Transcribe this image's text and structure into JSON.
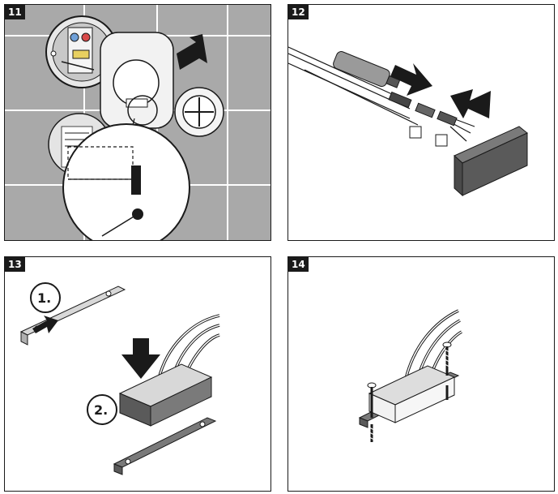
{
  "panels": [
    {
      "number": "11"
    },
    {
      "number": "12"
    },
    {
      "number": "13",
      "steps": [
        "1.",
        "2."
      ]
    },
    {
      "number": "14"
    }
  ],
  "colors": {
    "tile": "#a9a9a9",
    "grout": "#ffffff",
    "ink": "#1a1a1a",
    "box": "#5a5a5a"
  }
}
